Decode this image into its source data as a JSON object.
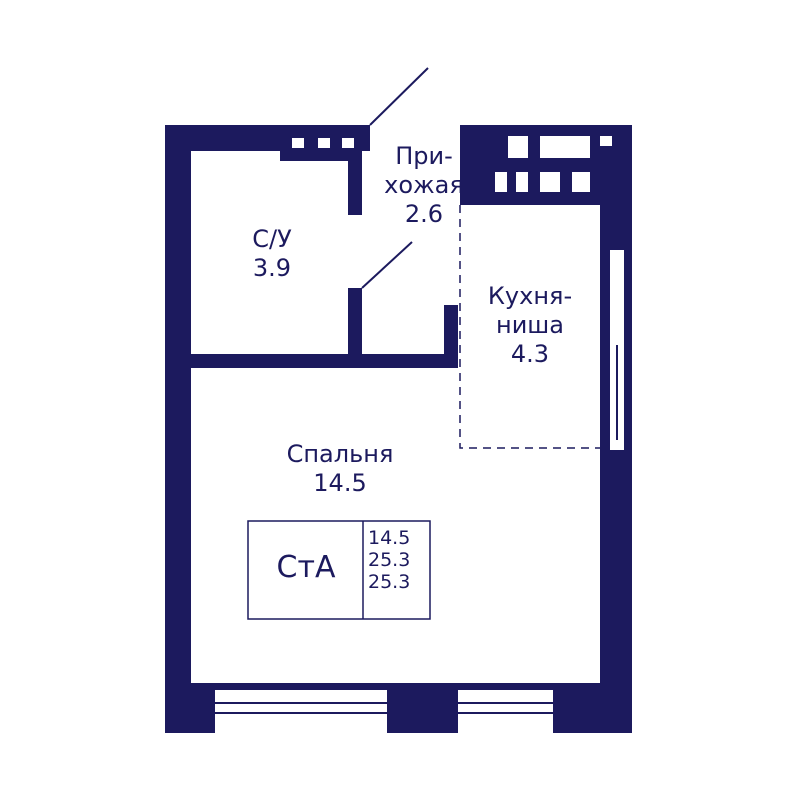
{
  "colors": {
    "wall": "#1c1a5e",
    "background": "#ffffff",
    "ink": "#1c1a5e"
  },
  "rooms": {
    "bathroom": {
      "name": "С/У",
      "area": "3.9"
    },
    "hallway": {
      "name_line1": "При-",
      "name_line2": "хожая",
      "area": "2.6"
    },
    "kitchen": {
      "name_line1": "Кухня-",
      "name_line2": "ниша",
      "area": "4.3"
    },
    "bedroom": {
      "name": "Спальня",
      "area": "14.5"
    }
  },
  "badge": {
    "type": "СтА",
    "living_area": "14.5",
    "total_area": "25.3",
    "full_area": "25.3"
  }
}
